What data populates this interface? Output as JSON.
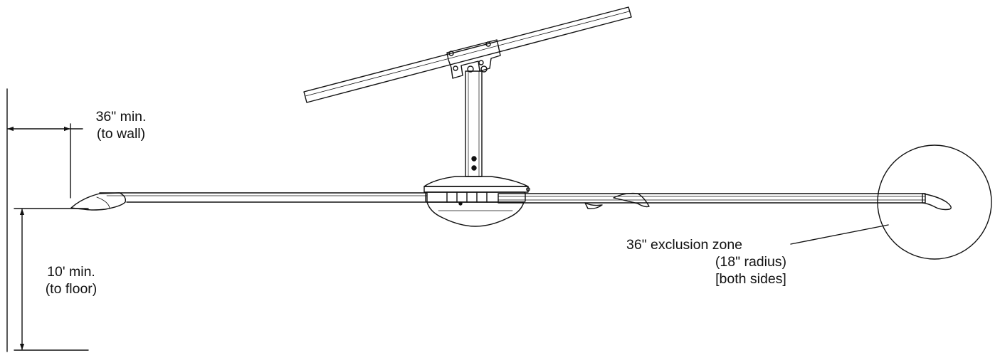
{
  "wall_clearance": {
    "line1": "36\" min.",
    "line2": "(to wall)"
  },
  "floor_clearance": {
    "line1": "10' min.",
    "line2": "(to floor)"
  },
  "exclusion_zone": {
    "line1": "36\" exclusion zone",
    "line2": "(18\" radius)",
    "line3": "[both sides]"
  },
  "colors": {
    "line": "#111111",
    "background": "#ffffff"
  }
}
